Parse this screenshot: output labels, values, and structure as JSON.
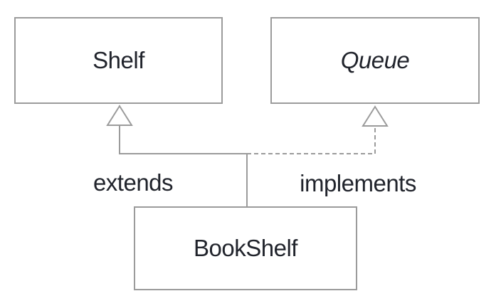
{
  "diagram": {
    "type": "uml-class-diagram",
    "nodes": {
      "shelf": {
        "label": "Shelf",
        "kind": "class"
      },
      "queue": {
        "label": "Queue",
        "kind": "interface"
      },
      "bookshelf": {
        "label": "BookShelf",
        "kind": "class"
      }
    },
    "edges": {
      "extends": {
        "label": "extends",
        "from": "BookShelf",
        "to": "Shelf",
        "line_style": "solid",
        "arrowhead": "hollow-triangle"
      },
      "implements": {
        "label": "implements",
        "from": "BookShelf",
        "to": "Queue",
        "line_style": "dashed",
        "arrowhead": "hollow-triangle"
      }
    },
    "colors": {
      "line": "#9b9b9b",
      "text": "#21242c",
      "background": "#ffffff"
    }
  }
}
